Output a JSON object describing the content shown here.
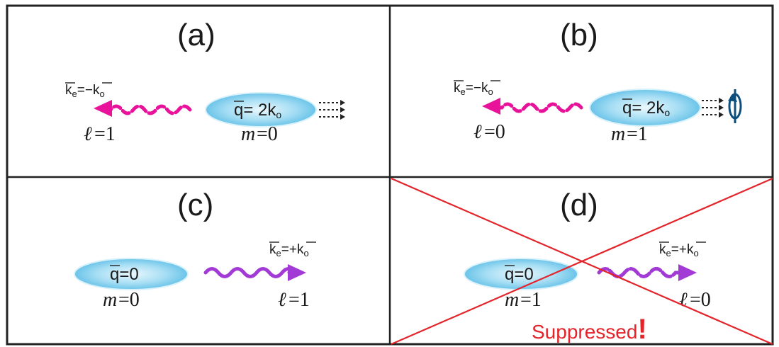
{
  "figure": {
    "colors": {
      "frame": "#222222",
      "emission_a_b": "#e8139a",
      "emission_c_d": "#a23ad6",
      "ellipse_fill": "#6ec8ec",
      "ellipse_edge": "#d8f1fb",
      "suppress": "#e3242b",
      "rotation_arrow": "#0d4f7c"
    },
    "panels": [
      {
        "id": "a",
        "title": "(a)",
        "photon_k": "k",
        "photon_k_sub": "e",
        "photon_eq": "=−",
        "photon_k0": "k",
        "photon_k0_sub": "o",
        "ell_symbol": "ℓ",
        "ell_value": "=1",
        "q_symbol": "q",
        "q_value": "= 2k",
        "q_value_sub": "o",
        "m_symbol": "m",
        "m_value": "=0"
      },
      {
        "id": "b",
        "title": "(b)",
        "photon_k": "k",
        "photon_k_sub": "e",
        "photon_eq": "=−",
        "photon_k0": "k",
        "photon_k0_sub": "o",
        "ell_symbol": "ℓ",
        "ell_value": "=0",
        "q_symbol": "q",
        "q_value": "= 2k",
        "q_value_sub": "o",
        "m_symbol": "m",
        "m_value": "=1"
      },
      {
        "id": "c",
        "title": "(c)",
        "photon_k": "k",
        "photon_k_sub": "e",
        "photon_eq": "=+",
        "photon_k0": "k",
        "photon_k0_sub": "o",
        "ell_symbol": "ℓ",
        "ell_value": "=1",
        "q_symbol": "q",
        "q_value": "=0",
        "m_symbol": "m",
        "m_value": "=0"
      },
      {
        "id": "d",
        "title": "(d)",
        "photon_k": "k",
        "photon_k_sub": "e",
        "photon_eq": "=+",
        "photon_k0": "k",
        "photon_k0_sub": "o",
        "ell_symbol": "ℓ",
        "ell_value": "=0",
        "q_symbol": "q",
        "q_value": "=0",
        "m_symbol": "m",
        "m_value": "=1",
        "note": "Suppressed",
        "note_mark": "!"
      }
    ]
  }
}
